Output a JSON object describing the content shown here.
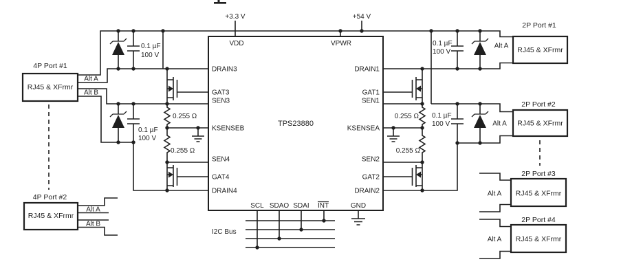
{
  "figure": {
    "supply_left": "+3.3 V",
    "supply_right": "+54 V",
    "ic": {
      "name": "TPS23880",
      "pins_top": [
        "VDD",
        "VPWR"
      ],
      "pins_left": [
        "DRAIN3",
        "GAT3",
        "SEN3",
        "KSENSEB",
        "SEN4",
        "GAT4",
        "DRAIN4"
      ],
      "pins_right": [
        "DRAIN1",
        "GAT1",
        "SEN1",
        "KSENSEA",
        "SEN2",
        "GAT2",
        "DRAIN2"
      ],
      "pins_bottom": [
        "SCL",
        "SDAO",
        "SDAI",
        "INT",
        "GND"
      ]
    },
    "components": {
      "cap_value": "0.1 µF",
      "cap_rating": "100 V",
      "resistor_value": "0.255 Ω"
    },
    "labels": {
      "i2c_bus": "I2C Bus",
      "alt_a": "Alt A",
      "alt_b": "Alt B",
      "port_box": "RJ45 & XFrmr"
    },
    "ports": {
      "left_4p_1": "4P Port #1",
      "left_4p_2": "4P Port #2",
      "right_2p_1": "2P Port #1",
      "right_2p_2": "2P Port #2",
      "right_2p_3": "2P Port #3",
      "right_2p_4": "2P Port #4"
    },
    "colors": {
      "wire": "#1f1f1f",
      "background": "#ffffff"
    }
  }
}
